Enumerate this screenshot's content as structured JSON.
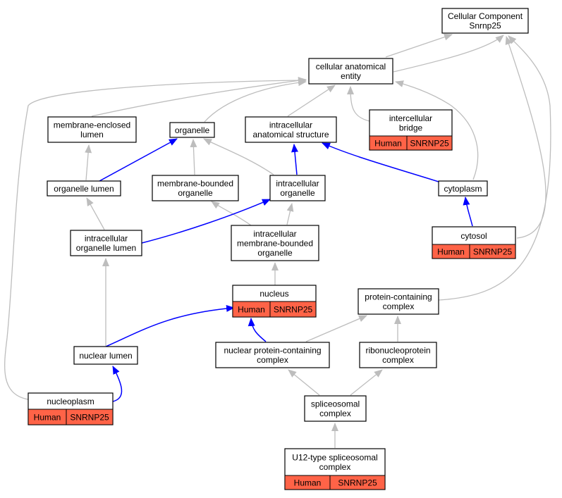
{
  "colors": {
    "box_border": "#000000",
    "annotation_fill": "#ff6347",
    "edge_is_a": "#bdbdbd",
    "edge_part_of": "#0000ff"
  },
  "nodes": {
    "root": {
      "lines": [
        "Cellular Component",
        "Snrnp25"
      ]
    },
    "cae": {
      "lines": [
        "cellular anatomical",
        "entity"
      ]
    },
    "mel": {
      "lines": [
        "membrane-enclosed",
        "lumen"
      ]
    },
    "organelle": {
      "lines": [
        "organelle"
      ]
    },
    "ias": {
      "lines": [
        "intracellular",
        "anatomical structure"
      ]
    },
    "icb": {
      "lines": [
        "intercellular",
        "bridge"
      ],
      "species": "Human",
      "gene": "SNRNP25"
    },
    "ol": {
      "lines": [
        "organelle lumen"
      ]
    },
    "mbo": {
      "lines": [
        "membrane-bounded",
        "organelle"
      ]
    },
    "io": {
      "lines": [
        "intracellular",
        "organelle"
      ]
    },
    "cyto": {
      "lines": [
        "cytoplasm"
      ]
    },
    "iol": {
      "lines": [
        "intracellular",
        "organelle lumen"
      ]
    },
    "imbo": {
      "lines": [
        "intracellular",
        "membrane-bounded",
        "organelle"
      ]
    },
    "cytosol": {
      "lines": [
        "cytosol"
      ],
      "species": "Human",
      "gene": "SNRNP25"
    },
    "nucleus": {
      "lines": [
        "nucleus"
      ],
      "species": "Human",
      "gene": "SNRNP25"
    },
    "pcc": {
      "lines": [
        "protein-containing",
        "complex"
      ]
    },
    "nl": {
      "lines": [
        "nuclear lumen"
      ]
    },
    "npcc": {
      "lines": [
        "nuclear protein-containing",
        "complex"
      ]
    },
    "rnp": {
      "lines": [
        "ribonucleoprotein",
        "complex"
      ]
    },
    "np": {
      "lines": [
        "nucleoplasm"
      ],
      "species": "Human",
      "gene": "SNRNP25"
    },
    "spl": {
      "lines": [
        "spliceosomal",
        "complex"
      ]
    },
    "u12": {
      "lines": [
        "U12-type spliceosomal",
        "complex"
      ],
      "species": "Human",
      "gene": "SNRNP25"
    }
  }
}
